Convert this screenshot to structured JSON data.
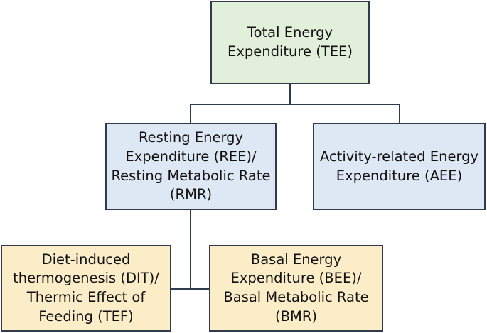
{
  "diagram": {
    "nodes": {
      "tee": {
        "label": "Total Energy\nExpenditure (TEE)",
        "color": "#e2efda"
      },
      "ree": {
        "label": "Resting Energy\nExpenditure (REE)/\nResting Metabolic Rate\n(RMR)",
        "color": "#dde8f4"
      },
      "aee": {
        "label": "Activity-related Energy\nExpenditure (AEE)",
        "color": "#dde8f4"
      },
      "dit": {
        "label": "Diet-induced\nthermogenesis (DIT)/\nThermic Effect of\nFeeding (TEF)",
        "color": "#fcedc9"
      },
      "bee": {
        "label": "Basal Energy\nExpenditure (BEE)/\nBasal Metabolic Rate\n(BMR)",
        "color": "#fcedc9"
      }
    },
    "edges": [
      {
        "from": "tee",
        "to": "ree"
      },
      {
        "from": "tee",
        "to": "aee"
      },
      {
        "from": "ree",
        "to": "dit"
      },
      {
        "from": "ree",
        "to": "bee"
      }
    ],
    "line_color": "#2f3a4a"
  }
}
